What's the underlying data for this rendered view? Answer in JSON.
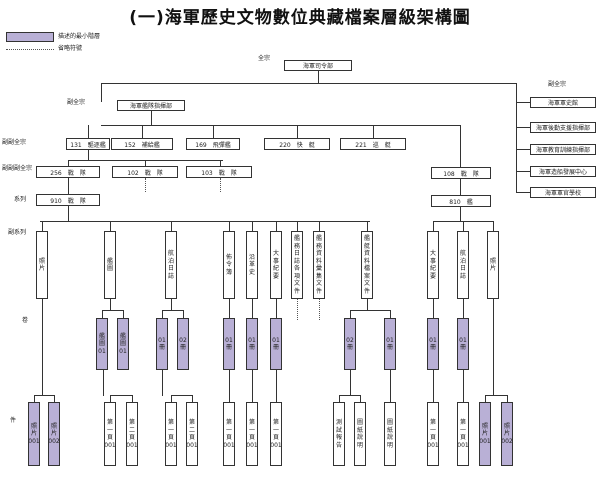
{
  "title": "(一)海軍歷史文物數位典藏檔案層級架構圖",
  "legend": {
    "item1": "描述的最小階層",
    "item2": "省略符號"
  },
  "levels": {
    "quanzong": "全宗",
    "fu_quanzong": "副全宗",
    "fufu_quanzong": "副副全宗",
    "fufufu_quanzong": "副副副全宗",
    "xilie": "系列",
    "fu_xilie": "副系列",
    "juan": "卷",
    "jian": "件"
  },
  "root": "海軍司令部",
  "right_column": [
    "海軍軍史館",
    "海軍後勤支援指揮部",
    "海軍教育訓練指揮部",
    "海軍造船發展中心",
    "海軍軍官學校"
  ],
  "fleet_cmd": "海軍艦隊指揮部",
  "level3": [
    "131　驅逐艦",
    "152　補給艦",
    "169　飛彈艦",
    "220　快　艇",
    "221　巡　艇"
  ],
  "level4": [
    "256　戰　隊",
    "102　戰　隊",
    "103　戰　隊",
    "108　戰　隊"
  ],
  "series": [
    "910　戰　隊",
    "810　艦"
  ],
  "subseries": [
    "照片",
    "艦圖",
    "航泊日誌",
    "佈令簿",
    "沿革史",
    "大事紀要",
    "艦務日誌各項文件",
    "艦務資料彙集文件",
    "艦艇資料檔案文件",
    "大事紀要",
    "航泊日誌",
    "照片"
  ],
  "volumes": [
    "艦圖01",
    "艦圖01",
    "01冊",
    "02冊",
    "01冊",
    "01冊",
    "01冊",
    "02冊",
    "01冊",
    "01冊",
    "01冊"
  ],
  "items": [
    "照片001",
    "照片002",
    "第一頁001",
    "第二頁001",
    "第一頁001",
    "第二頁001",
    "第一頁001",
    "第一頁001",
    "第一頁001",
    "測試報告",
    "圖紙說明",
    "圖紙說明",
    "第一頁001",
    "第一頁001",
    "照片001",
    "照片002"
  ]
}
